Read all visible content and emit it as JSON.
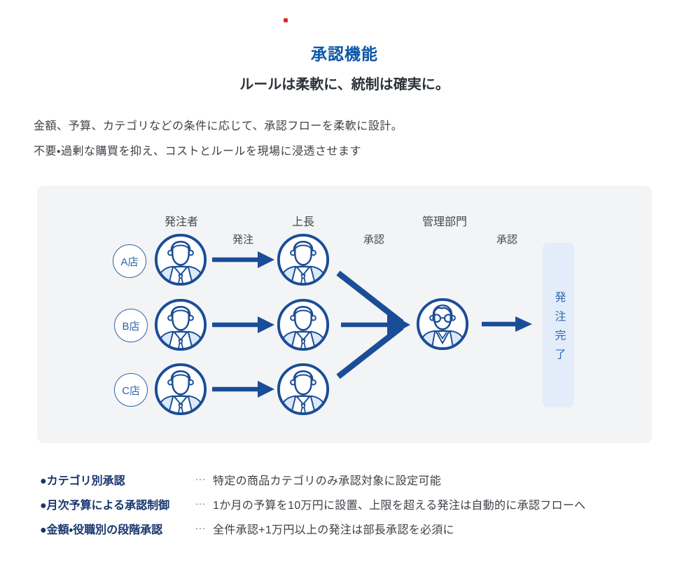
{
  "header": {
    "title": "承認機能",
    "subtitle": "ルールは柔軟に、統制は確実に。"
  },
  "intro": {
    "line1": "金額、予算、カテゴリなどの条件に応じて、承認フローを柔軟に設計。",
    "line2": "不要・過剰な購買を抑え、コストとルールを現場に浸透させます"
  },
  "diagram": {
    "columns": [
      {
        "label": "発注者"
      },
      {
        "label": "上長"
      },
      {
        "label": "管理部門"
      }
    ],
    "arrow_labels": [
      {
        "label": "発注"
      },
      {
        "label": "承認"
      },
      {
        "label": "承認"
      }
    ],
    "stores": [
      {
        "label": "A店"
      },
      {
        "label": "B店"
      },
      {
        "label": "C店"
      }
    ],
    "icons": {
      "orderer": "businessman-icon",
      "supervisor": "businessman-icon",
      "manager": "manager-with-glasses-icon"
    },
    "result_label": "発注完了"
  },
  "features": [
    {
      "label": "●カテゴリ別承認",
      "separator": "…",
      "description": "特定の商品カテゴリのみ承認対象に設定可能"
    },
    {
      "label": "●月次予算による承認制御",
      "separator": "…",
      "description": "1か月の予算を10万円に設置、上限を超える発注は自動的に承認フローへ"
    },
    {
      "label": "●金額・役職別の段階承認",
      "separator": "…",
      "description": "全件承認+1万円以上の発注は部長承認を必須に"
    }
  ],
  "colors": {
    "title_blue": "#0c57a7",
    "icon_navy": "#1a4d97",
    "shoulder_light_blue": "#dce9f8",
    "panel_gray": "#f3f4f6",
    "result_box_blue": "#e3edfa",
    "result_text_blue": "#2e6cb3",
    "feature_label_navy": "#17356d",
    "body_text": "#3d4247",
    "red_dot": "#d92b20"
  }
}
